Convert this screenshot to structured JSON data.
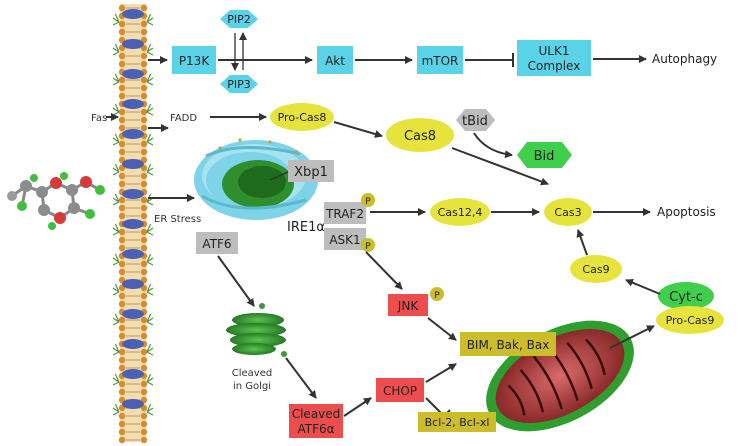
{
  "colors": {
    "cyan": "#5ad3e8",
    "yellow": "#e6e43c",
    "gray": "#bdbdbd",
    "green": "#3fcf4a",
    "red": "#ee4d4d",
    "olive": "#cbbd2c",
    "arrow": "#333333",
    "membrane_blue": "#4b5fb3",
    "membrane_orange": "#d98a2b",
    "membrane_cream": "#f3ddb0",
    "er_cyan": "#7fd3e8",
    "er_green": "#2f8f2f"
  },
  "nodes": {
    "pi3k": "P13K",
    "pip2": "PIP2",
    "pip3": "PIP3",
    "akt": "Akt",
    "mtor": "mTOR",
    "ulk1_line1": "ULK1",
    "ulk1_line2": "Complex",
    "autophagy": "Autophagy",
    "fas": "Fas",
    "fadd": "FADD",
    "procas8": "Pro-Cas8",
    "cas8": "Cas8",
    "tbid": "tBid",
    "bid": "Bid",
    "xbp1": "Xbp1",
    "er_stress": "ER Stress",
    "ire1a": "IRE1α",
    "traf2": "TRAF2",
    "ask1": "ASK1",
    "phospho": "P",
    "cas124": "Cas12,4",
    "cas3": "Cas3",
    "apoptosis": "Apoptosis",
    "atf6": "ATF6",
    "jnk": "JNK",
    "cas9": "Cas9",
    "cytc": "Cyt-c",
    "procas9": "Pro-Cas9",
    "bim": "BIM, Bak, Bax",
    "golgi_line1": "Cleaved",
    "golgi_line2": "in Golgi",
    "cleaved_atf6_line1": "Cleaved",
    "cleaved_atf6_line2": "ATF6α",
    "chop": "CHOP",
    "bcl": "Bcl-2, Bcl-xl"
  }
}
